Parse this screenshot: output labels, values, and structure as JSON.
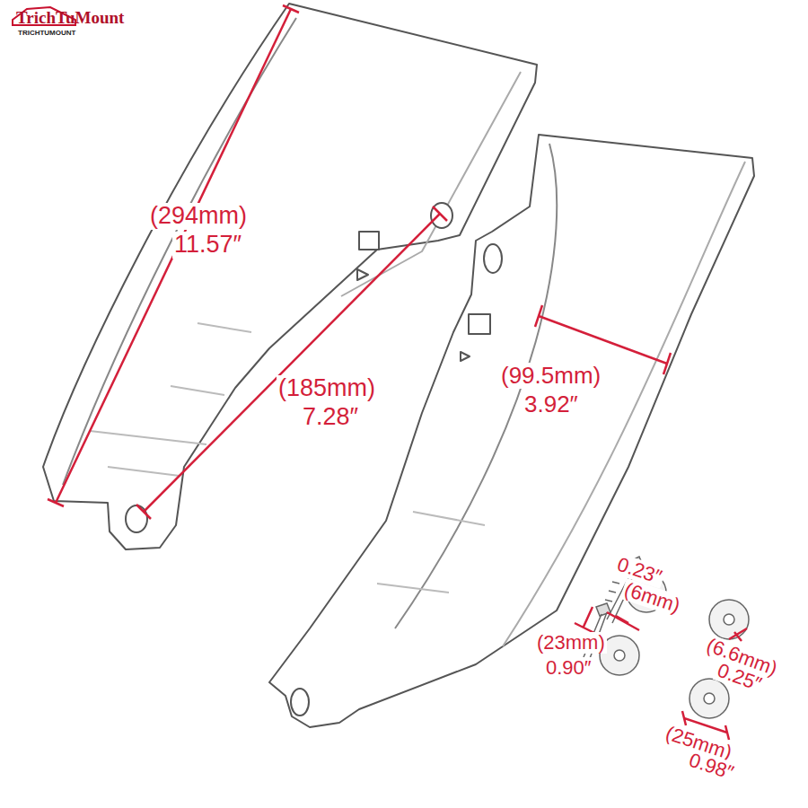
{
  "diagram": {
    "labels": [
      "TrichTuMount",
      "TRICHTUMOUNT",
      "(294mm)",
      "11.57″",
      "(185mm)",
      "7.28″",
      "(99.5mm)",
      "3.92″",
      "0.23″",
      "(6mm)",
      "(23mm)",
      "0.90″",
      "(6.6mm)",
      "0.25″",
      "(25mm)",
      "0.98″"
    ]
  }
}
